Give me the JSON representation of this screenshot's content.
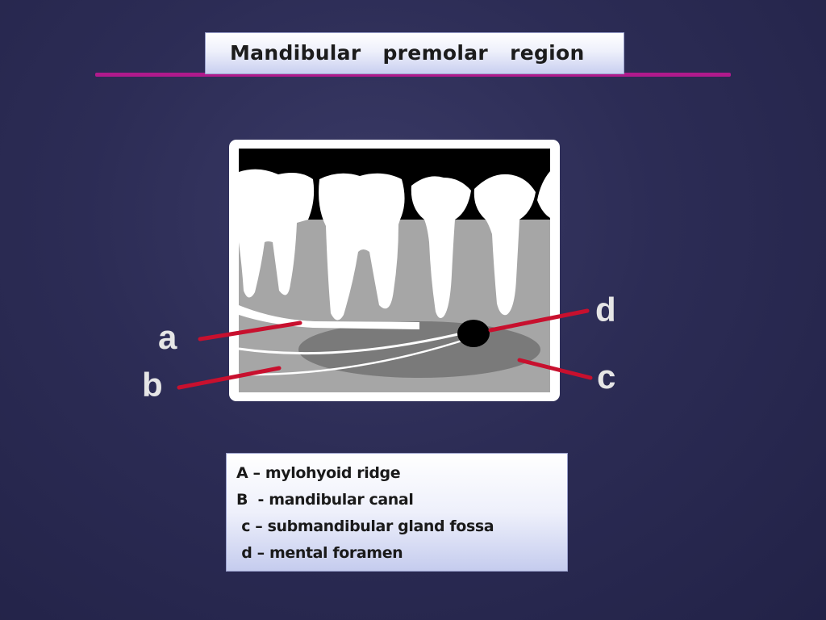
{
  "slide": {
    "title": "Mandibular   premolar   region",
    "colors": {
      "background": "#2c2c55",
      "rule": "#b01a8c",
      "pointer": "#c8102e"
    }
  },
  "diagram": {
    "labels": {
      "a": "a",
      "b": "b",
      "c": "c",
      "d": "d"
    }
  },
  "legend": {
    "items": [
      "A – mylohyoid ridge",
      "B  - mandibular canal",
      " c – submandibular gland fossa",
      " d – mental foramen"
    ]
  }
}
